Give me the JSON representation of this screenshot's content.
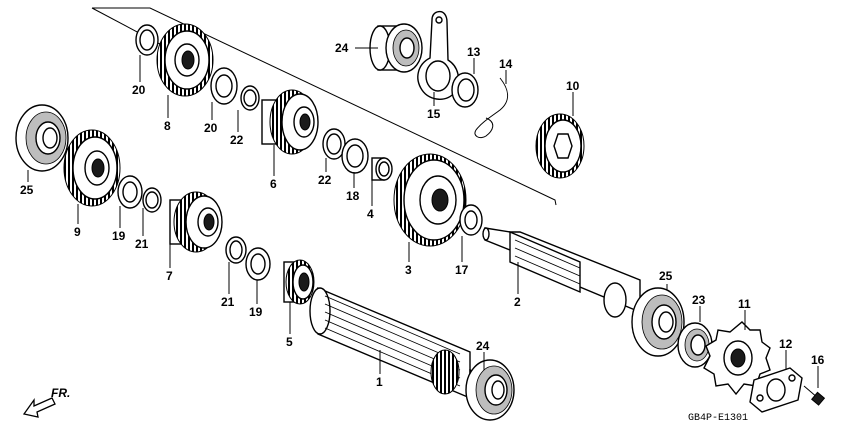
{
  "callouts": [
    {
      "id": "c1",
      "label": "1"
    },
    {
      "id": "c2",
      "label": "2"
    },
    {
      "id": "c3",
      "label": "3"
    },
    {
      "id": "c4",
      "label": "4"
    },
    {
      "id": "c5",
      "label": "5"
    },
    {
      "id": "c6",
      "label": "6"
    },
    {
      "id": "c7",
      "label": "7"
    },
    {
      "id": "c8",
      "label": "8"
    },
    {
      "id": "c9",
      "label": "9"
    },
    {
      "id": "c10",
      "label": "10"
    },
    {
      "id": "c11",
      "label": "11"
    },
    {
      "id": "c12",
      "label": "12"
    },
    {
      "id": "c13",
      "label": "13"
    },
    {
      "id": "c14",
      "label": "14"
    },
    {
      "id": "c15",
      "label": "15"
    },
    {
      "id": "c16",
      "label": "16"
    },
    {
      "id": "c17",
      "label": "17"
    },
    {
      "id": "c18",
      "label": "18"
    },
    {
      "id": "c19a",
      "label": "19"
    },
    {
      "id": "c19b",
      "label": "19"
    },
    {
      "id": "c20a",
      "label": "20"
    },
    {
      "id": "c20b",
      "label": "20"
    },
    {
      "id": "c21a",
      "label": "21"
    },
    {
      "id": "c21b",
      "label": "21"
    },
    {
      "id": "c22a",
      "label": "22"
    },
    {
      "id": "c22b",
      "label": "22"
    },
    {
      "id": "c23",
      "label": "23"
    },
    {
      "id": "c24a",
      "label": "24"
    },
    {
      "id": "c24b",
      "label": "24"
    },
    {
      "id": "c25a",
      "label": "25"
    },
    {
      "id": "c25b",
      "label": "25"
    }
  ],
  "direction_label": "FR.",
  "diagram_code": "GB4P-E1301"
}
